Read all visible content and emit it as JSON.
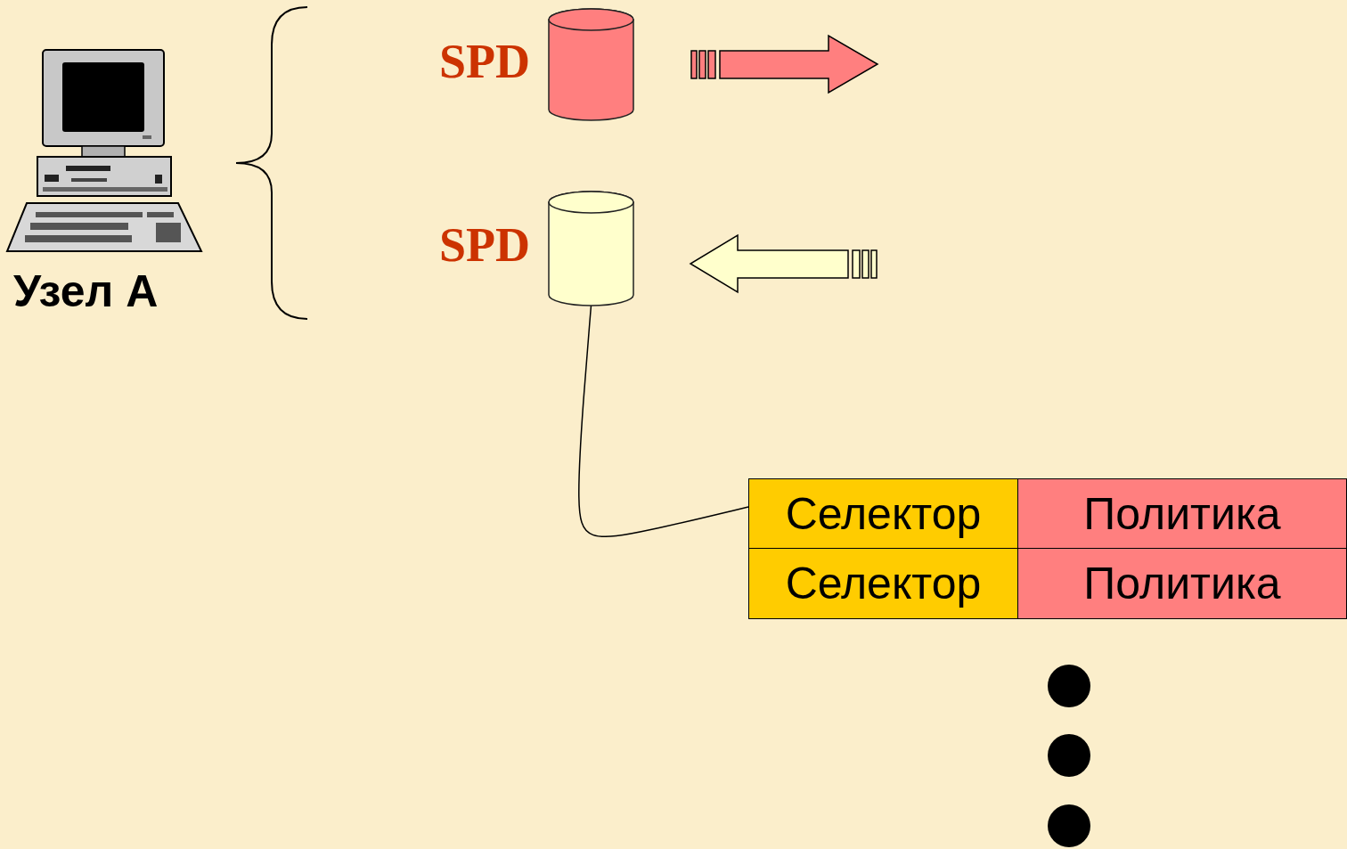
{
  "diagram": {
    "nodes": [
      {
        "text": [
          "SPD"
        ]
      },
      {
        "text": [
          "SPD"
        ]
      },
      {
        "text": [
          "Селектор"
        ]
      },
      {
        "text": [
          "Политика"
        ]
      },
      {
        "text": [
          "Селектор"
        ]
      },
      {
        "text": [
          "Политика"
        ]
      }
    ],
    "edges": [
      {
        "from": 1,
        "to": 2,
        "arrow": "none"
      }
    ],
    "labels": [
      "Узел А"
    ]
  }
}
